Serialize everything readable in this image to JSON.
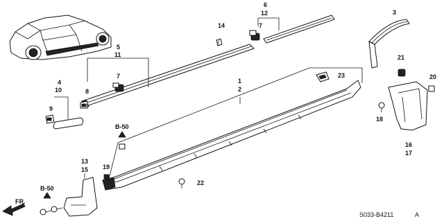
{
  "diagram": {
    "callouts": {
      "c1": "1",
      "c2": "2",
      "c3": "3",
      "c4": "4",
      "c5": "5",
      "c6": "6",
      "c7a": "7",
      "c7b": "7",
      "c8": "8",
      "c9": "9",
      "c10": "10",
      "c11": "11",
      "c12": "12",
      "c13": "13",
      "c14": "14",
      "c15": "15",
      "c16": "16",
      "c17": "17",
      "c18": "18",
      "c19": "19",
      "c20": "20",
      "c21": "21",
      "c22": "22",
      "c23": "23"
    },
    "refs": {
      "ref_upper": "B-50",
      "ref_lower": "B-50"
    },
    "direction": "FR.",
    "part_code": "S033-B4211",
    "part_code_suffix": "A"
  }
}
